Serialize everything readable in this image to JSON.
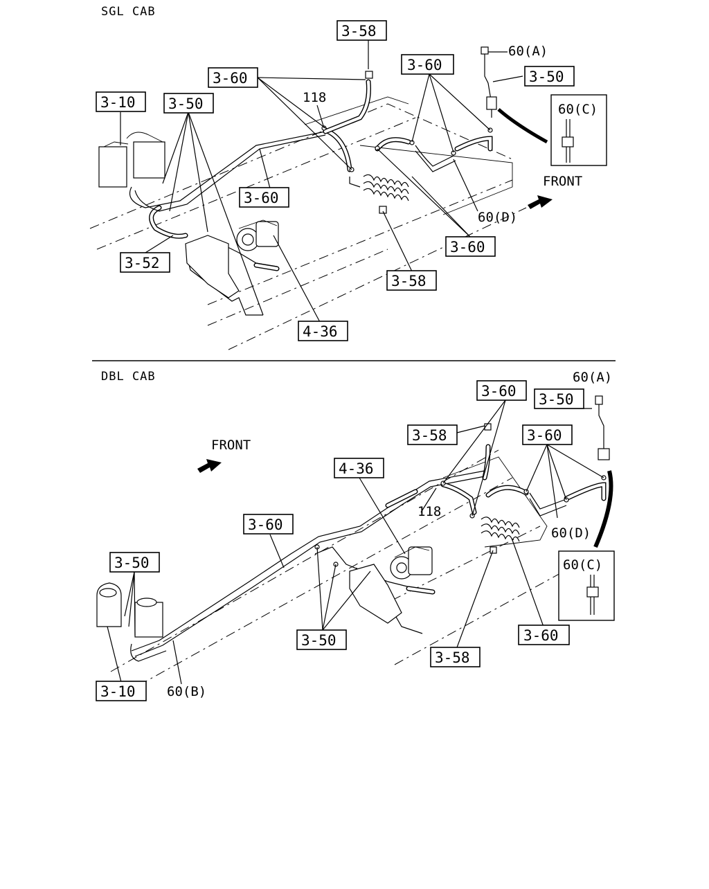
{
  "diagram": {
    "sections": [
      {
        "title": "SGL CAB",
        "front_label": "FRONT",
        "callouts": [
          "3-58",
          "3-60",
          "3-60",
          "3-50",
          "3-10",
          "3-50",
          "3-60",
          "3-52",
          "3-60",
          "3-58",
          "4-36"
        ],
        "labels": [
          "60(A)",
          "118",
          "60(C)",
          "60(D)"
        ]
      },
      {
        "title": "DBL CAB",
        "front_label": "FRONT",
        "callouts": [
          "3-60",
          "3-50",
          "3-58",
          "3-60",
          "4-36",
          "3-60",
          "3-50",
          "3-50",
          "3-58",
          "3-60",
          "3-10"
        ],
        "labels": [
          "60(A)",
          "118",
          "60(D)",
          "60(C)",
          "60(B)"
        ]
      }
    ]
  }
}
